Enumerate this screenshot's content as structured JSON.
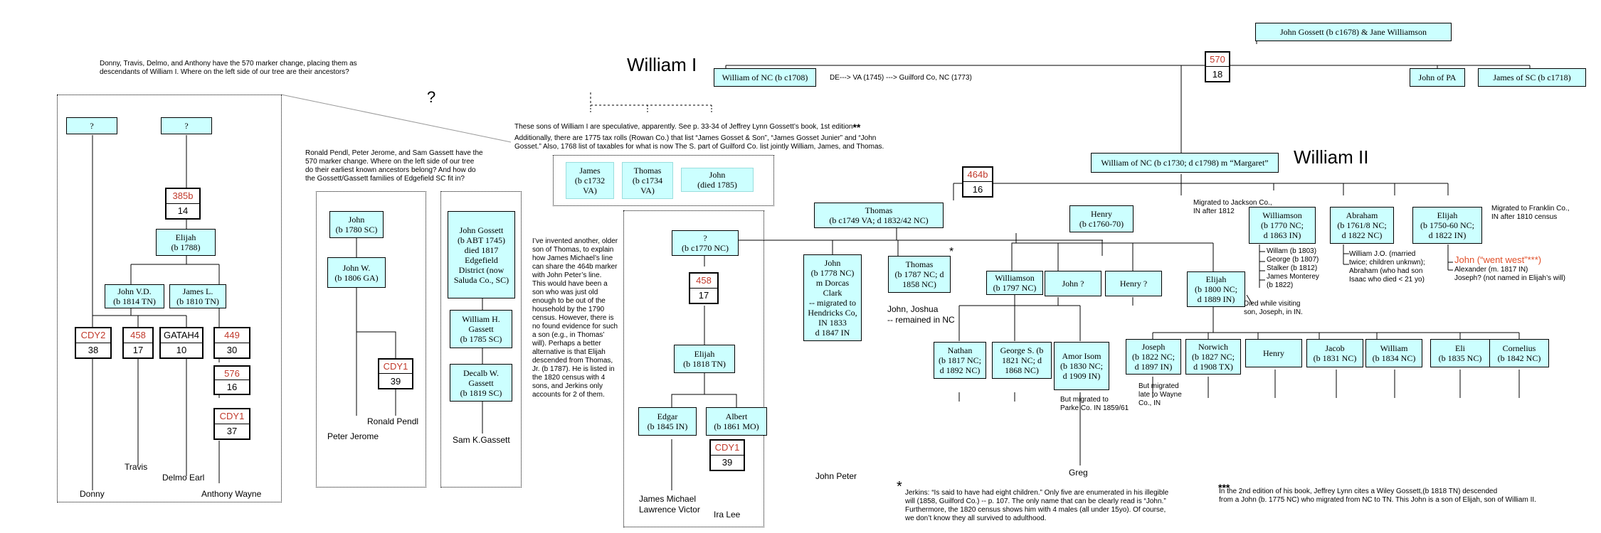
{
  "headings": {
    "william1": "William I",
    "william2": "William II",
    "question": "?"
  },
  "top": {
    "john_gossett": "John Gossett (b c1678) & Jane Williamson",
    "marker_570": {
      "code": "570",
      "num": "18"
    },
    "william_nc_1708": "William of NC (b c1708)",
    "route": "DE---> VA (1745) ---> Guilford Co, NC (1773)",
    "john_pa": "John of PA",
    "james_sc": "James of SC (b c1718)"
  },
  "notes": {
    "donny_group": "Donny, Travis, Delmo, and Anthony have the 570 marker change, placing them as\ndescendants of William I.  Where on the left side of our tree are their ancestors?",
    "pendl_group": "Ronald Pendl, Peter Jerome, and Sam Gassett have the\n570 marker change.  Where on the left side of our tree\ndo their earliest known ancestors belong?  And how do\nthe Gossett/Gassett families of Edgefield SC fit in?",
    "william1_sons": "These sons of William I are speculative, apparently.  See p. 33-34 of Jeffrey Lynn Gossett’s book, 1st edition",
    "william1_sons_stars": "**",
    "william1_sons_2": "Additionally, there are 1775 tax rolls (Rowan Co.) that list “James Gosset & Son”, “James Gosset Junier” and “John\nGosset.”  Also, 1768 list of taxables for what is now The S. part of Guilford Co. list jointly William, James, and Thomas.",
    "invented_son": "I’ve invented another, older\nson of Thomas, to explain\nhow James Michael’s  line\ncan share the 464b marker\nwith John Peter’s line.\nThis would have been a\nson who was just old\nenough to be out of the\nhousehold by the 1790\ncensus.  However, there is\nno found evidence for such\na son (e.g., in Thomas’\nwill).  Perhaps a better\nalternative is that Elijah\ndescended from Thomas,\nJr. (b 1787). He is listed in\nthe 1820 census with 4\nsons, and Jerkins only\naccounts for 2 of them.",
    "jackson": "Migrated to Jackson Co.,\nIN after 1812",
    "franklin": "Migrated to Franklin Co.,\nIN after 1810 census",
    "elijah_died": "Died while visiting\nson, Joseph, in IN.",
    "amor_parke": "But migrated to\nParke Co. IN  1859/61",
    "joseph_wayne": "But migrated\nlate to Wayne\nCo., IN",
    "john_joshua": "John, Joshua\n-- remained in NC",
    "jerkins_star": "*",
    "jerkins": "Jerkins:  “Is said to have had eight children.”  Only five are enumerated in his illegible\nwill (1858, Guilford Co.) -- p. 107.  The only name that can be clearly read is “John.”\nFurthermore, the 1820 census shows him with 4 males (all under 15yo).  Of course,\nwe don’t know they all survived to adulthood.",
    "edition_star": "***",
    "edition": "In the 2nd edition of his book, Jeffrey Lynn cites a Wiley Gossett,(b 1818 TN) descended\nfrom a John (b. 1775 NC) who migrated from NC to TN.  This John is a son of Elijah, son of William II.",
    "thomas_star": "*"
  },
  "left_tree": {
    "q1": "?",
    "q2": "?",
    "m385b": {
      "code": "385b",
      "num": "14"
    },
    "elijah": "Elijah\n(b 1788)",
    "john_vd": "John V.D.\n(b 1814 TN)",
    "james_l": "James L.\n(b 1810 TN)",
    "cdy2": {
      "code": "CDY2",
      "num": "38"
    },
    "m458": {
      "code": "458",
      "num": "17"
    },
    "gatah4": {
      "code": "GATAH4",
      "num": "10"
    },
    "m449": {
      "code": "449",
      "num": "30"
    },
    "m576": {
      "code": "576",
      "num": "16"
    },
    "cdy1": {
      "code": "CDY1",
      "num": "37"
    },
    "donny": "Donny",
    "travis": "Travis",
    "delmo": "Delmo Earl",
    "anthony": "Anthony Wayne"
  },
  "pendl_tree": {
    "john": "John\n(b 1780 SC)",
    "john_w": "John W.\n(b 1806 GA)",
    "cdy1": {
      "code": "CDY1",
      "num": "39"
    },
    "ronald": "Ronald Pendl",
    "peter": "Peter Jerome"
  },
  "sam_tree": {
    "john_gossett": "John Gossett\n(b ABT 1745)\ndied 1817\nEdgefield\nDistrict (now\nSaluda Co., SC)",
    "william_h": "William H.\nGassett\n(b 1785 SC)",
    "decalb": "Decalb W.\nGassett\n(b 1819 SC)",
    "sam": "Sam K.Gassett"
  },
  "william1_sons": {
    "james": "James\n(b c1732\nVA)",
    "thomas": "Thomas\n(b c1734\nVA)",
    "john": "John\n(died 1785)"
  },
  "thomas_line": {
    "q_son": "?\n(b c1770 NC)",
    "m458": {
      "code": "458",
      "num": "17"
    },
    "elijah": "Elijah\n(b 1818 TN)",
    "edgar": "Edgar\n(b 1845 IN)",
    "albert": "Albert\n(b 1861 MO)",
    "cdy1": {
      "code": "CDY1",
      "num": "39"
    },
    "james_michael": "James Michael\nLawrence Victor",
    "ira": "Ira Lee"
  },
  "william2": {
    "box": "William of NC (b c1730; d c1798) m “Margaret”",
    "m464b": {
      "code": "464b",
      "num": "16"
    },
    "thomas": "Thomas\n(b c1749 VA; d 1832/42 NC)",
    "henry": "Henry\n(b c1760-70)",
    "williamson": "Williamson\n(b 1770 NC;\nd 1863 IN)",
    "abraham": "Abraham\n(b 1761/8 NC;\nd 1822 NC)",
    "elijah": "Elijah\n(b 1750-60 NC;\nd 1822 IN)",
    "john_1778": "John\n(b 1778 NC)\nm Dorcas Clark\n-- migrated to\nHendricks Co,\nIN 1833\nd 1847 IN",
    "thomas_1787": "Thomas\n(b 1787 NC; d\n1858 NC)",
    "john_peter": "John Peter",
    "williamson_1797": "Williamson\n(b 1797 NC)",
    "john_q": "John ?",
    "henry_q": "Henry ?",
    "elijah_1800": "Elijah\n(b 1800 NC;\nd 1889 IN)",
    "nathan": "Nathan\n(b 1817 NC;\nd 1892 NC)",
    "george": "George S. (b\n1821 NC; d\n1868 NC)",
    "amor": "Amor Isom\n(b 1830 NC;\nd 1909 IN)",
    "greg": "Greg",
    "joseph": "Joseph\n(b 1822 NC;\nd 1897 IN)",
    "norwich": "Norwich\n(b 1827 NC;\nd 1908 TX)",
    "henry_c": "Henry",
    "jacob": "Jacob\n(b 1831 NC)",
    "william": "William\n(b 1834 NC)",
    "eli": "Eli\n(b 1835 NC)",
    "cornelius": "Cornelius\n(b 1842 NC)",
    "williamson_kids": "Willam (b 1803)\nGeorge (b 1807)\nStalker (b 1812)\nJames Monterey\n(b 1822)",
    "abraham_kids": "William J.O. (married\ntwice;  children unknwn);\nAbraham (who had son\nIsaac who died < 21 yo)",
    "went_west": "John (“went west”***)",
    "elijah_kids": "Alexander (m. 1817 IN)\nJoseph?  (not named in Elijah’s will)"
  },
  "colors": {
    "box_fill": "#ccffff",
    "marker_red": "#c0392b",
    "went_west": "#e0502a"
  }
}
